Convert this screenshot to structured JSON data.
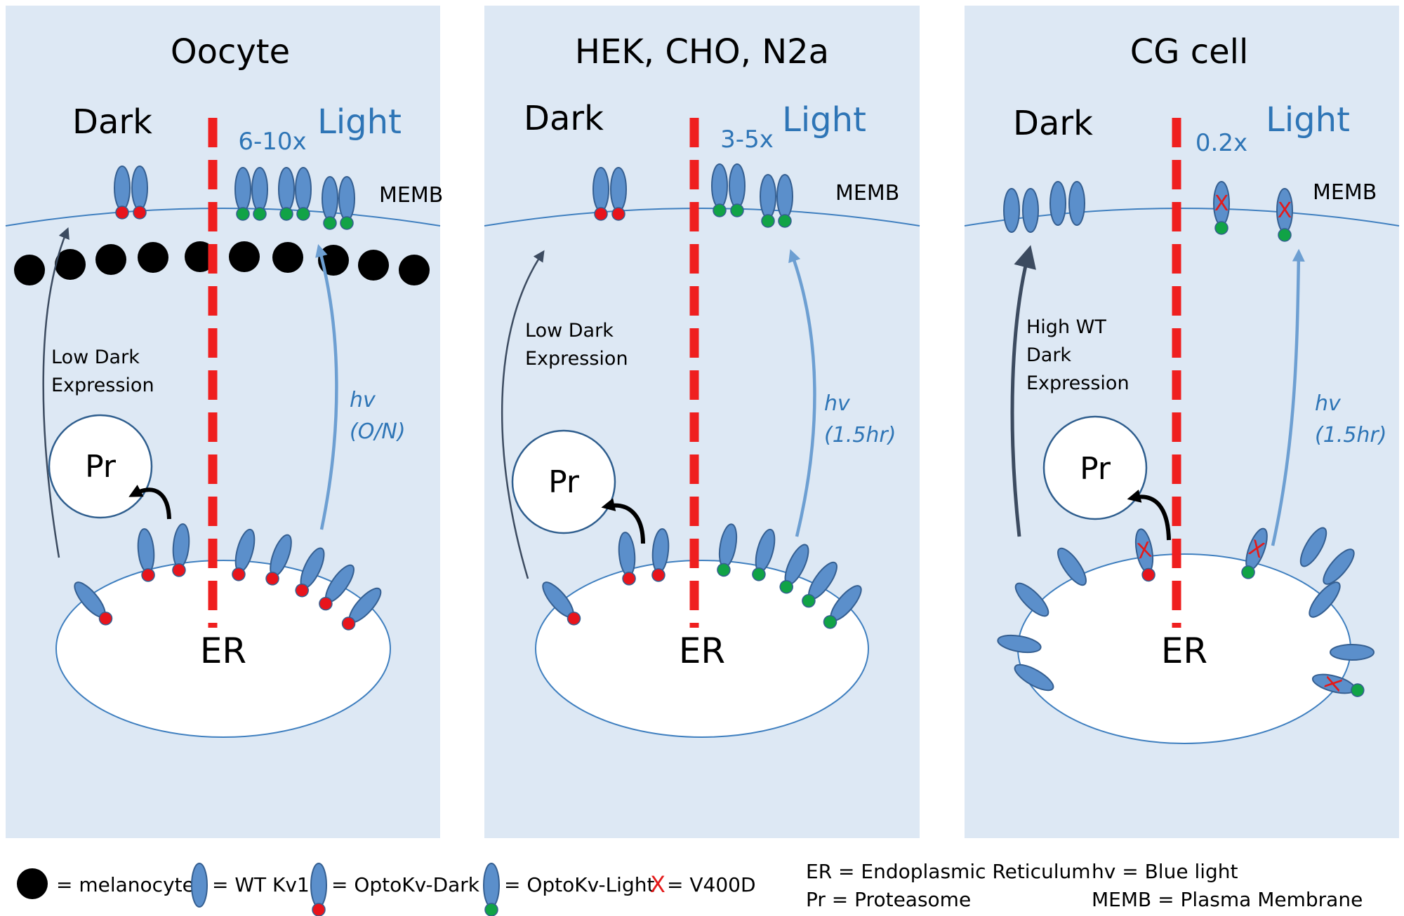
{
  "colors": {
    "panel_bg": "#dde8f4",
    "membrane": "#3f7fbf",
    "channel_fill": "#5b8fcb",
    "channel_stroke": "#355f91",
    "dark_state": "#e8141c",
    "light_state": "#11a346",
    "divider": "#ef1f1f",
    "light_text": "#2e75b6",
    "dark_arrow": "#3c4b60",
    "light_arrow": "#6d9fd2",
    "melanocyte": "#000000",
    "mutation_mark": "#e41a1a"
  },
  "panels": [
    {
      "title": "Oocyte",
      "dark_label": "Dark",
      "light_label": "Light",
      "fold_change": "6-10x",
      "membrane_label": "MEMB",
      "dark_pathway_text": [
        "Low Dark",
        "Expression"
      ],
      "light_pathway_text": [
        "hv",
        "(O/N)"
      ],
      "proteasome_label": "Pr",
      "er_label": "ER"
    },
    {
      "title": "HEK, CHO, N2a",
      "dark_label": "Dark",
      "light_label": "Light",
      "fold_change": "3-5x",
      "membrane_label": "MEMB",
      "dark_pathway_text": [
        "Low Dark",
        "Expression"
      ],
      "light_pathway_text": [
        "hv",
        "(1.5hr)"
      ],
      "proteasome_label": "Pr",
      "er_label": "ER"
    },
    {
      "title": "CG cell",
      "dark_label": "Dark",
      "light_label": "Light",
      "fold_change": "0.2x",
      "membrane_label": "MEMB",
      "dark_pathway_text": [
        "High WT",
        "Dark",
        "Expression"
      ],
      "light_pathway_text": [
        "hv",
        "(1.5hr)"
      ],
      "proteasome_label": "Pr",
      "er_label": "ER"
    }
  ],
  "legend": {
    "melanocyte": "= melanocyte",
    "wt_kv1": "= WT Kv1",
    "optokv_dark": "= OptoKv-Dark",
    "optokv_light": "= OptoKv-Light",
    "v400d": "= V400D",
    "v400d_symbol": "X",
    "er_def": "ER = Endoplasmic Reticulum",
    "pr_def": "Pr = Proteasome",
    "hv_def": "hv = Blue light",
    "memb_def": "MEMB = Plasma Membrane"
  }
}
